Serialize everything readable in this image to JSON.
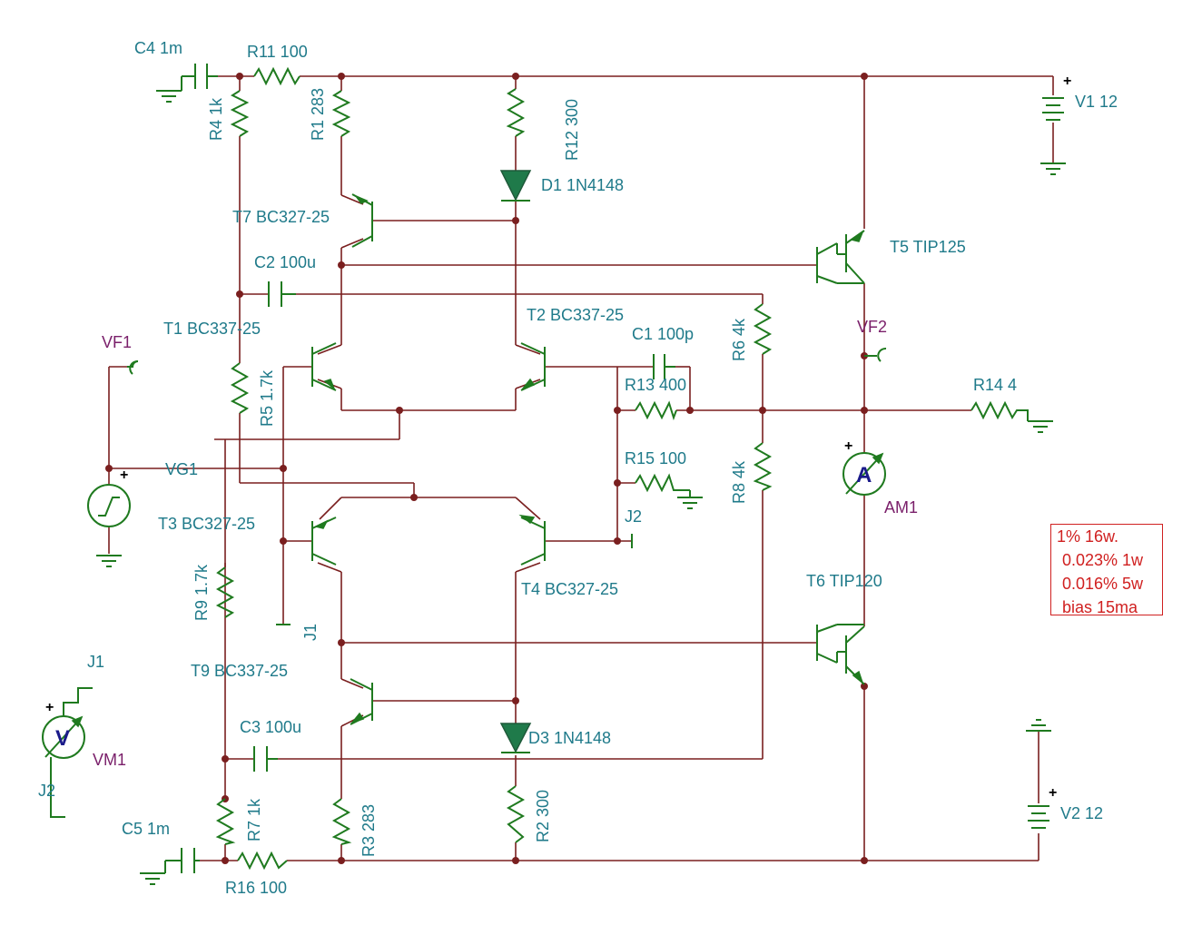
{
  "colors": {
    "wire": "#7a1f1f",
    "component": "#1f7a1f",
    "label": "#1f7a8a",
    "probe_label": "#7a1f6a",
    "note": "#d02020"
  },
  "labels": {
    "c4": "C4 1m",
    "r11": "R11 100",
    "r4": "R4 1k",
    "r1": "R1 283",
    "r12": "R12 300",
    "d1": "D1 1N4148",
    "v1": "V1 12",
    "t7": "T7 BC327-25",
    "t5": "T5 TIP125",
    "c2": "C2 100u",
    "t1": "T1 BC337-25",
    "t2": "T2 BC337-25",
    "r6": "R6 4k",
    "vf2": "VF2",
    "vf1": "VF1",
    "c1": "C1 100p",
    "r5": "R5 1.7k",
    "r13": "R13 400",
    "r14": "R14 4",
    "vg1": "VG1",
    "r15": "R15 100",
    "r8": "R8 4k",
    "am1": "AM1",
    "am1_symbol": "A",
    "t3": "T3 BC327-25",
    "j2_top": "J2",
    "t4": "T4 BC327-25",
    "r9": "R9 1.7k",
    "j1_mid": "J1",
    "t6": "T6 TIP120",
    "j1_vm": "J1",
    "t9": "T9 BC337-25",
    "vm1": "VM1",
    "vm1_symbol": "V",
    "c3": "C3 100u",
    "d3": "D3 1N4148",
    "j2_vm": "J2",
    "r7": "R7 1k",
    "r3": "R3 283",
    "r2": "R2 300",
    "v2": "V2 12",
    "c5": "C5 1m",
    "r16": "R16 100",
    "plus": "+"
  },
  "note": {
    "lines": [
      "1% 16w.",
      "0.023% 1w",
      "0.016% 5w",
      "bias 15ma"
    ]
  }
}
